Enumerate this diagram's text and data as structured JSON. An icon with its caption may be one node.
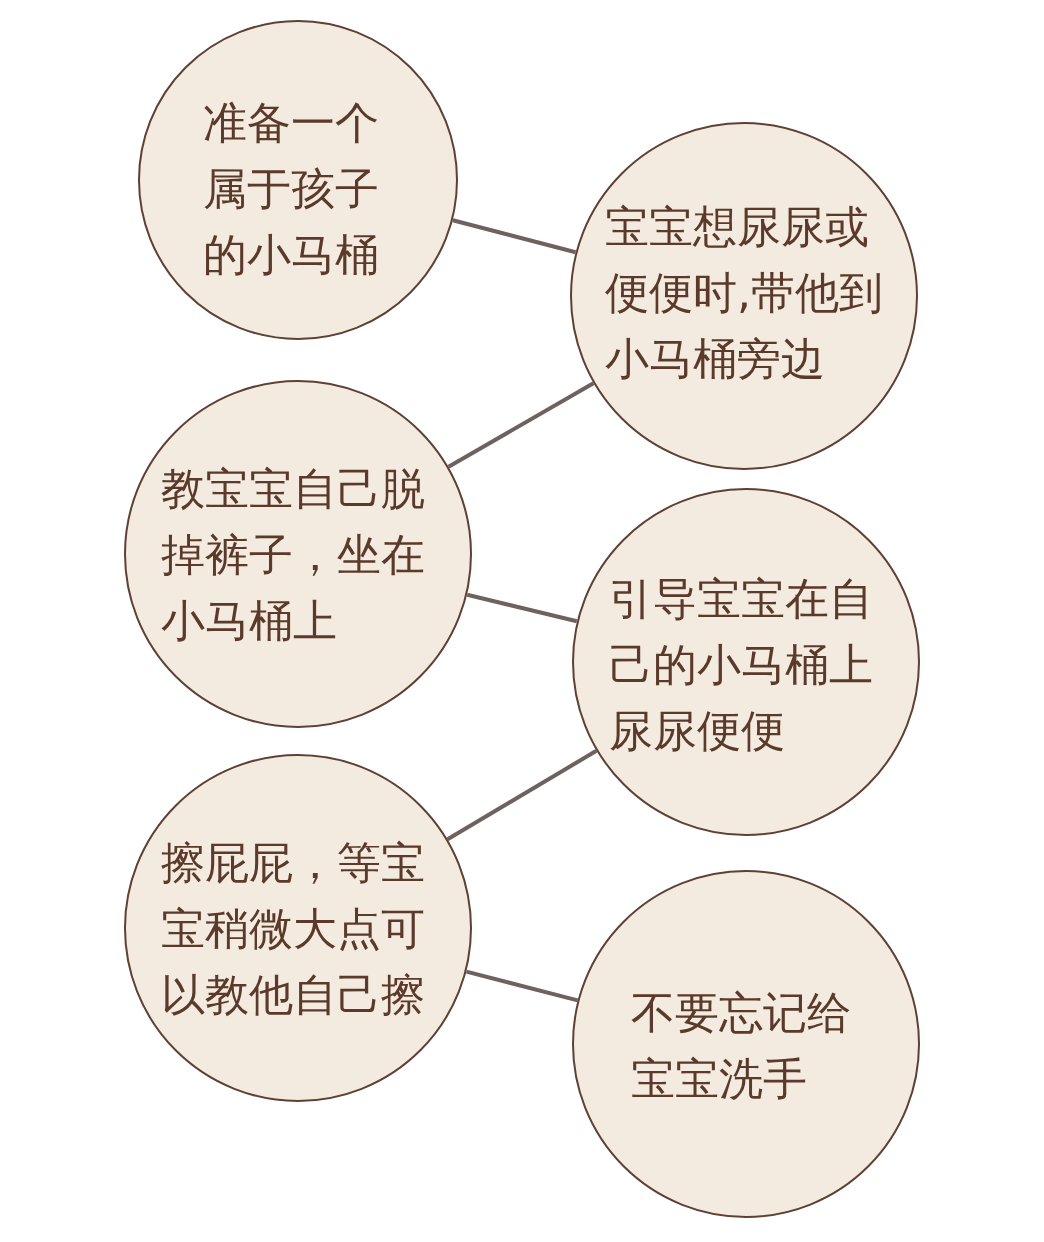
{
  "diagram": {
    "nodes": [
      {
        "text": [
          "准备一个属于孩子的小马桶"
        ]
      },
      {
        "text": [
          "宝宝想尿尿或便便时,带他到小马桶旁边"
        ]
      },
      {
        "text": [
          "教宝宝自己脱掉裤子，坐在小马桶上"
        ]
      },
      {
        "text": [
          "引导宝宝在自己的小马桶上尿尿便便"
        ]
      },
      {
        "text": [
          "擦屁屁，等宝宝稍微大点可以教他自己擦"
        ]
      },
      {
        "text": [
          "不要忘记给宝宝洗手"
        ]
      }
    ],
    "edges": [
      {
        "from": 0,
        "to": 1,
        "arrow": "none"
      },
      {
        "from": 1,
        "to": 2,
        "arrow": "none"
      },
      {
        "from": 2,
        "to": 3,
        "arrow": "none"
      },
      {
        "from": 3,
        "to": 4,
        "arrow": "none"
      },
      {
        "from": 4,
        "to": 5,
        "arrow": "none"
      }
    ]
  }
}
